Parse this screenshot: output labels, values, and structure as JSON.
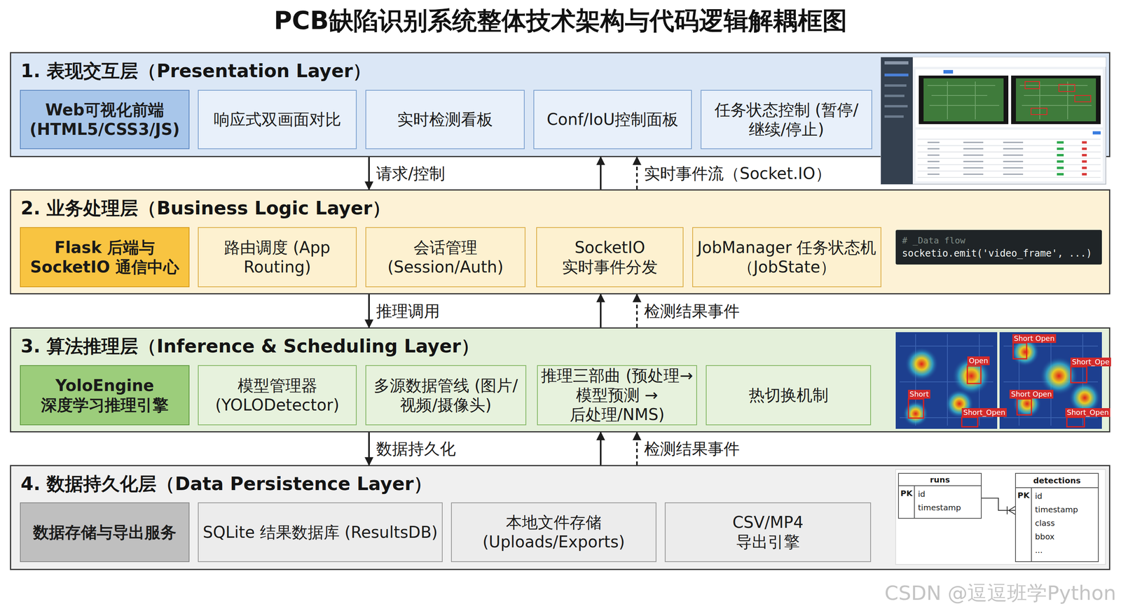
{
  "diagram": {
    "title": "PCB缺陷识别系统整体技术架构与代码逻辑解耦框图",
    "nodes": [
      {
        "text": [
          "1. 表现交互层（Presentation Layer）"
        ]
      },
      {
        "text": [
          "Web可视化前端 (HTML5/CSS3/JS)"
        ],
        "in": 0
      },
      {
        "text": [
          "响应式双画面对比"
        ],
        "in": 0
      },
      {
        "text": [
          "实时检测看板"
        ],
        "in": 0
      },
      {
        "text": [
          "Conf/IoU控制面板"
        ],
        "in": 0
      },
      {
        "text": [
          "任务状态控制 (暂停/继续/停止)"
        ],
        "in": 0
      },
      {
        "text": [
          "2. 业务处理层（Business Logic Layer）"
        ]
      },
      {
        "text": [
          "Flask 后端与 SocketIO 通信中心"
        ],
        "in": 6
      },
      {
        "text": [
          "路由调度 (App Routing)"
        ],
        "in": 6
      },
      {
        "text": [
          "会话管理 (Session/Auth)"
        ],
        "in": 6
      },
      {
        "text": [
          "SocketIO 实时事件分发"
        ],
        "in": 6
      },
      {
        "text": [
          "JobManager 任务状态机（JobState）"
        ],
        "in": 6
      },
      {
        "text": [
          "# _Data flow",
          "socketio.emit('video_frame', ...)"
        ],
        "in": 6
      },
      {
        "text": [
          "3. 算法推理层（Inference & Scheduling Layer）"
        ]
      },
      {
        "text": [
          "YoloEngine 深度学习推理引擎"
        ],
        "in": 13
      },
      {
        "text": [
          "模型管理器 (YOLODetector)"
        ],
        "in": 13
      },
      {
        "text": [
          "多源数据管线 (图片/视频/摄像头)"
        ],
        "in": 13
      },
      {
        "text": [
          "推理三部曲 (预处理→模型预测 →后处理/NMS)"
        ],
        "in": 13
      },
      {
        "text": [
          "热切换机制"
        ],
        "in": 13
      },
      {
        "text": [
          "4. 数据持久化层（Data Persistence Layer）"
        ]
      },
      {
        "text": [
          "数据存储与导出服务"
        ],
        "in": 19
      },
      {
        "text": [
          "SQLite 结果数据库 (ResultsDB)"
        ],
        "in": 19
      },
      {
        "text": [
          "本地文件存储 (Uploads/Exports)"
        ],
        "in": 19
      },
      {
        "text": [
          "CSV/MP4 导出引擎"
        ],
        "in": 19
      },
      {
        "text": [
          "runs",
          "PK",
          "id",
          "timestamp"
        ],
        "in": 19
      },
      {
        "text": [
          "detections",
          "PK",
          "id",
          "timestamp",
          "class",
          "bbox",
          "..."
        ],
        "in": 19
      }
    ],
    "edges": [
      {
        "from": 0,
        "to": 6,
        "arrow": "to",
        "label": "请求/控制"
      },
      {
        "from": 6,
        "to": 0,
        "arrow": "to"
      },
      {
        "from": 6,
        "to": 0,
        "arrow": "to",
        "label": "实时事件流（Socket.IO）"
      },
      {
        "from": 6,
        "to": 13,
        "arrow": "to",
        "label": "推理调用"
      },
      {
        "from": 13,
        "to": 6,
        "arrow": "to"
      },
      {
        "from": 13,
        "to": 6,
        "arrow": "to",
        "label": "检测结果事件"
      },
      {
        "from": 13,
        "to": 19,
        "arrow": "to",
        "label": "数据持久化"
      },
      {
        "from": 19,
        "to": 13,
        "arrow": "to"
      },
      {
        "from": 19,
        "to": 13,
        "arrow": "to",
        "label": "检测结果事件"
      },
      {
        "from": 24,
        "to": 25,
        "arrow": "none"
      }
    ],
    "labels": [
      "Open",
      "Short",
      "Short_Open",
      "Short Open",
      "Short_Ope",
      "Short Open",
      "Short_Open",
      "CSDN @逗逗班学Python"
    ]
  }
}
